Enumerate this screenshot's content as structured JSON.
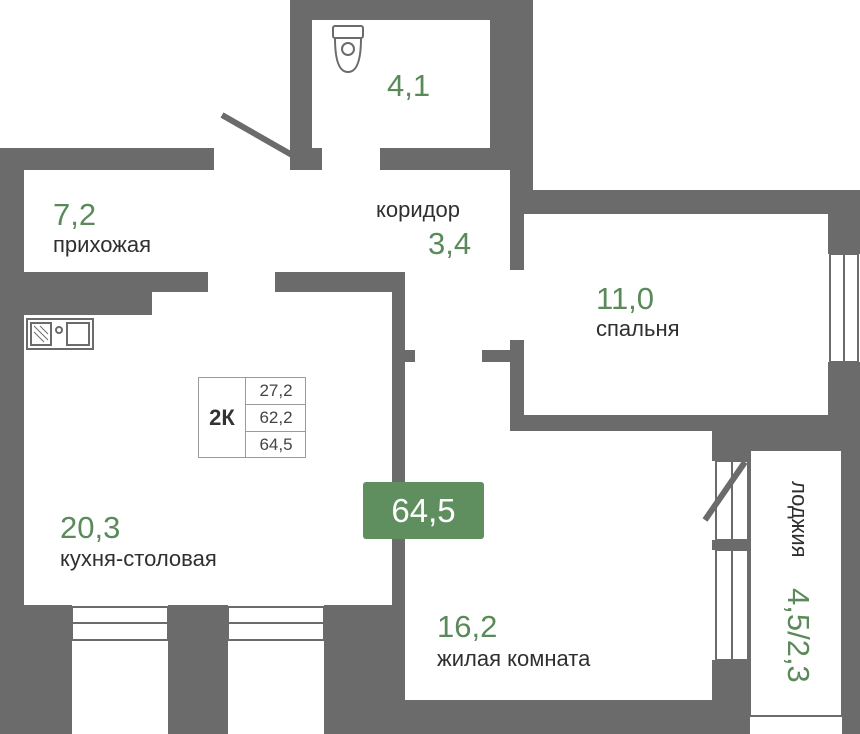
{
  "apartment": {
    "type": "2К",
    "areas": [
      "27,2",
      "62,2",
      "64,5"
    ],
    "total_badge": "64,5"
  },
  "rooms": {
    "bathroom": {
      "area": "4,1"
    },
    "hallway": {
      "area": "7,2",
      "name": "прихожая"
    },
    "corridor": {
      "area": "3,4",
      "name": "коридор"
    },
    "bedroom": {
      "area": "11,0",
      "name": "спальня"
    },
    "kitchen": {
      "area": "20,3",
      "name": "кухня-столовая"
    },
    "living": {
      "area": "16,2",
      "name": "жилая комната"
    },
    "loggia": {
      "area": "4,5/2,3",
      "name": "лоджия"
    }
  },
  "colors": {
    "wall": "#6b6b6b",
    "area_text": "#5a8a5a",
    "badge": "#5f8e5f"
  }
}
